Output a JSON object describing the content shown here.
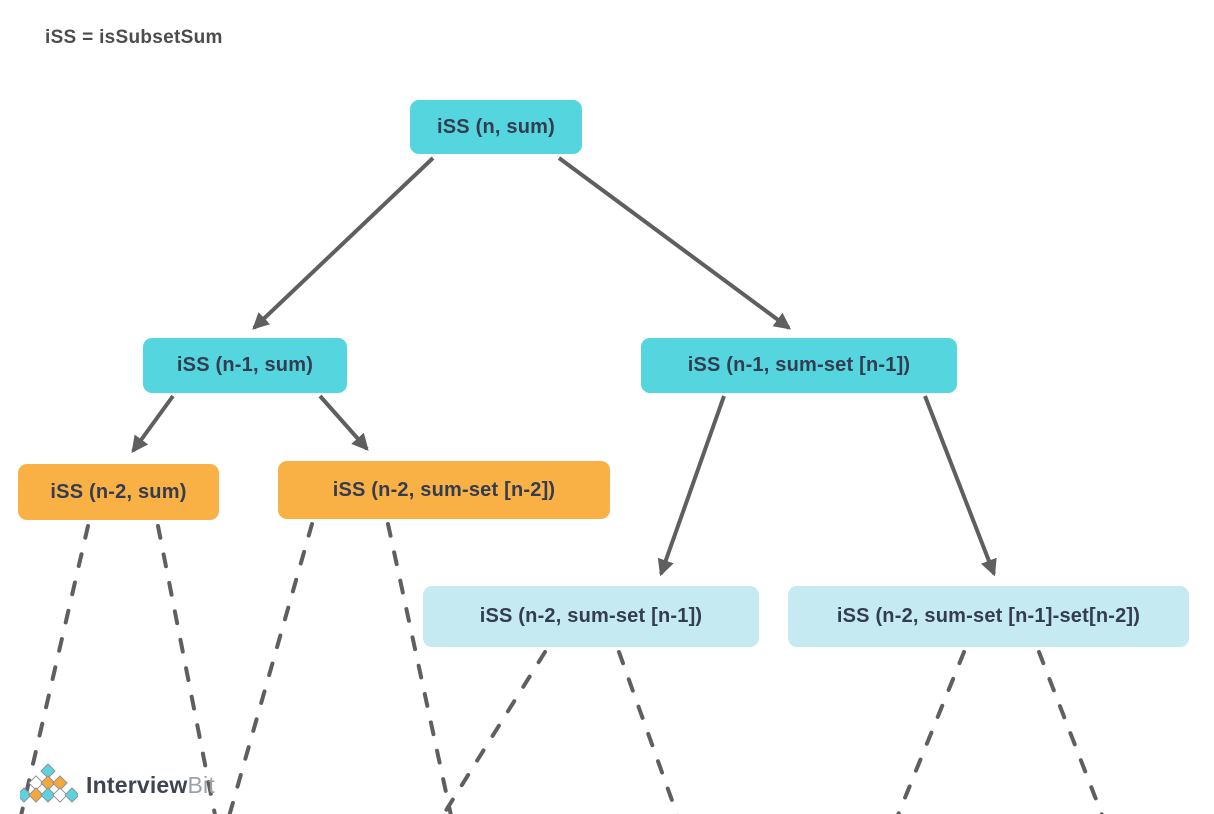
{
  "title": "iSS = isSubsetSum",
  "diagram_type": "recursion-tree",
  "nodes": [
    {
      "id": "root",
      "label": "iSS (n, sum)",
      "level": 0,
      "color_key": "teal"
    },
    {
      "id": "n1_ex",
      "label": "iSS (n-1, sum)",
      "level": 1,
      "color_key": "teal"
    },
    {
      "id": "n1_in",
      "label": "iSS (n-1, sum-set [n-1])",
      "level": 1,
      "color_key": "teal"
    },
    {
      "id": "n2_exex",
      "label": "iSS (n-2, sum)",
      "level": 2,
      "color_key": "orange"
    },
    {
      "id": "n2_exin",
      "label": "iSS (n-2, sum-set [n-2])",
      "level": 2,
      "color_key": "orange"
    },
    {
      "id": "n2_inex",
      "label": "iSS (n-2, sum-set [n-1])",
      "level": 2,
      "color_key": "pale_teal"
    },
    {
      "id": "n2_inin",
      "label": "iSS (n-2, sum-set [n-1]-set[n-2])",
      "level": 2,
      "color_key": "pale_teal"
    }
  ],
  "edges": {
    "solid": [
      {
        "from": "root",
        "to": "n1_ex"
      },
      {
        "from": "root",
        "to": "n1_in"
      },
      {
        "from": "n1_ex",
        "to": "n2_exex"
      },
      {
        "from": "n1_ex",
        "to": "n2_exin"
      },
      {
        "from": "n1_in",
        "to": "n2_inex"
      },
      {
        "from": "n1_in",
        "to": "n2_inin"
      }
    ],
    "dashed_continuations_from": [
      "n2_exex",
      "n2_exex",
      "n2_exin",
      "n2_exin",
      "n2_inex",
      "n2_inex",
      "n2_inin",
      "n2_inin"
    ]
  },
  "colors": {
    "teal": "#55d5de",
    "pale_teal": "#c5eaf1",
    "orange": "#f9b044",
    "edge": "#5f5f5f",
    "node_text": "#333c51",
    "title_text": "#4c4c4c",
    "logo_cyan": "#5cd3dc",
    "logo_orange": "#f6a73c",
    "logo_white": "#ffffff",
    "logo_text_bold": "#3e4450",
    "logo_text_light": "#9ca1a8"
  },
  "logo": {
    "brand_bold": "Interview",
    "brand_light": "Bit"
  }
}
